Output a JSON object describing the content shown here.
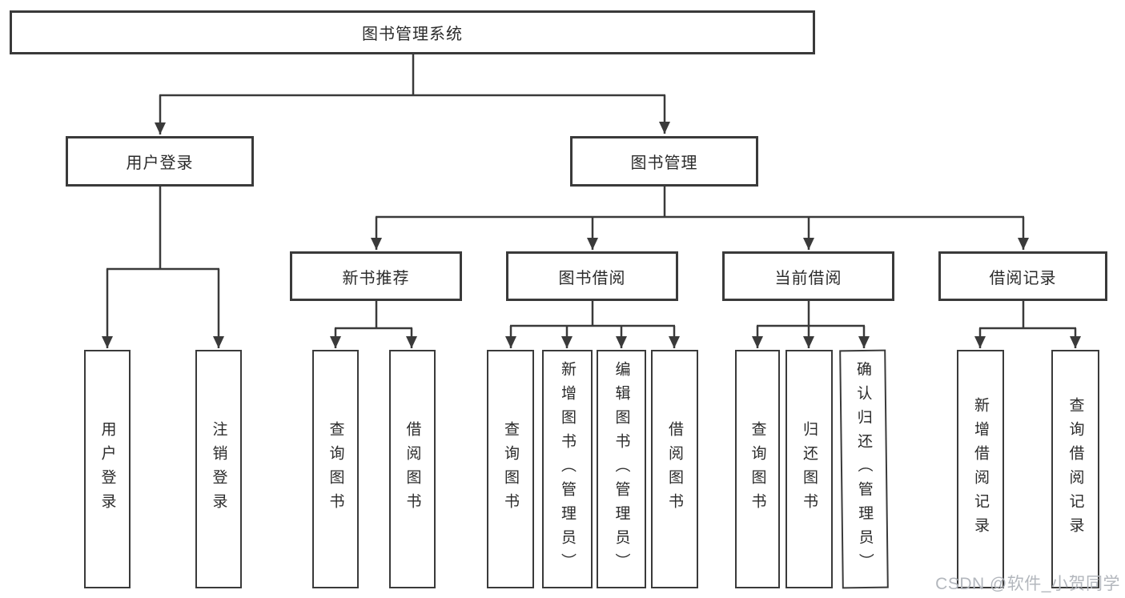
{
  "diagram": {
    "tree": {
      "label": "图书管理系统",
      "children": [
        {
          "label": "用户登录",
          "children": [
            {
              "label": "用户登录"
            },
            {
              "label": "注销登录"
            }
          ]
        },
        {
          "label": "图书管理",
          "children": [
            {
              "label": "新书推荐",
              "children": [
                {
                  "label": "查询图书"
                },
                {
                  "label": "借阅图书"
                }
              ]
            },
            {
              "label": "图书借阅",
              "children": [
                {
                  "label": "查询图书"
                },
                {
                  "label": "新增图书（管理员）"
                },
                {
                  "label": "编辑图书（管理员）"
                },
                {
                  "label": "借阅图书"
                }
              ]
            },
            {
              "label": "当前借阅",
              "children": [
                {
                  "label": "查询图书"
                },
                {
                  "label": "归还图书"
                },
                {
                  "label": "确认归还（管理员）"
                }
              ]
            },
            {
              "label": "借阅记录",
              "children": [
                {
                  "label": "新增借阅记录"
                },
                {
                  "label": "查询借阅记录"
                }
              ]
            }
          ]
        }
      ]
    }
  },
  "watermark": {
    "text": "CSDN @软件_小贺同学"
  },
  "colors": {
    "line": "#3a3a3a",
    "text": "#2b2b2b",
    "watermark": "#b3b7bd",
    "background": "#ffffff"
  }
}
